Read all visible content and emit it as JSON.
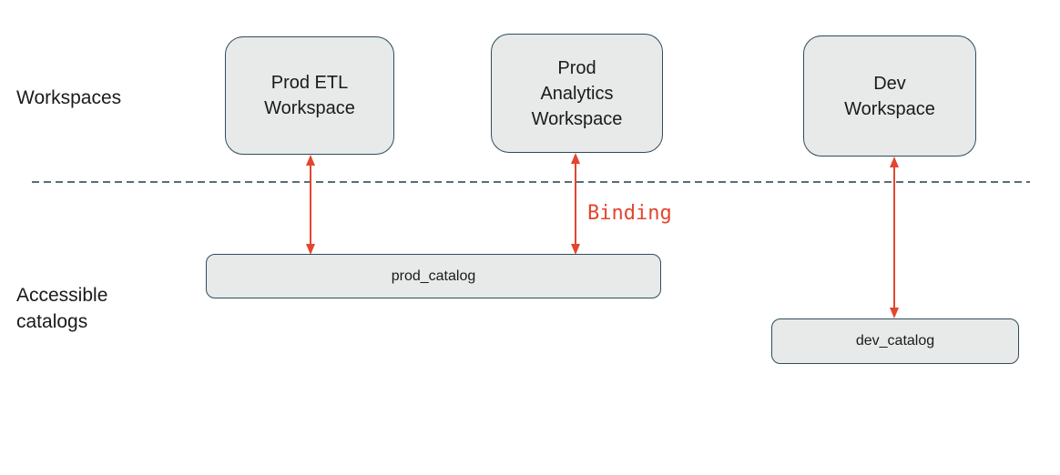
{
  "diagram": {
    "row_labels": {
      "workspaces": "Workspaces",
      "catalogs": "Accessible\ncatalogs"
    },
    "workspaces": [
      {
        "label": "Prod ETL\nWorkspace"
      },
      {
        "label": "Prod\nAnalytics\nWorkspace"
      },
      {
        "label": "Dev\nWorkspace"
      }
    ],
    "catalogs": [
      {
        "label": "prod_catalog"
      },
      {
        "label": "dev_catalog"
      }
    ],
    "binding_label": "Binding",
    "colors": {
      "box_fill": "#e8e9e9",
      "box_border": "#2e4d5b",
      "arrow": "#e2462f",
      "dashed_line": "#3d5b68",
      "text": "#1a1a1a"
    }
  }
}
